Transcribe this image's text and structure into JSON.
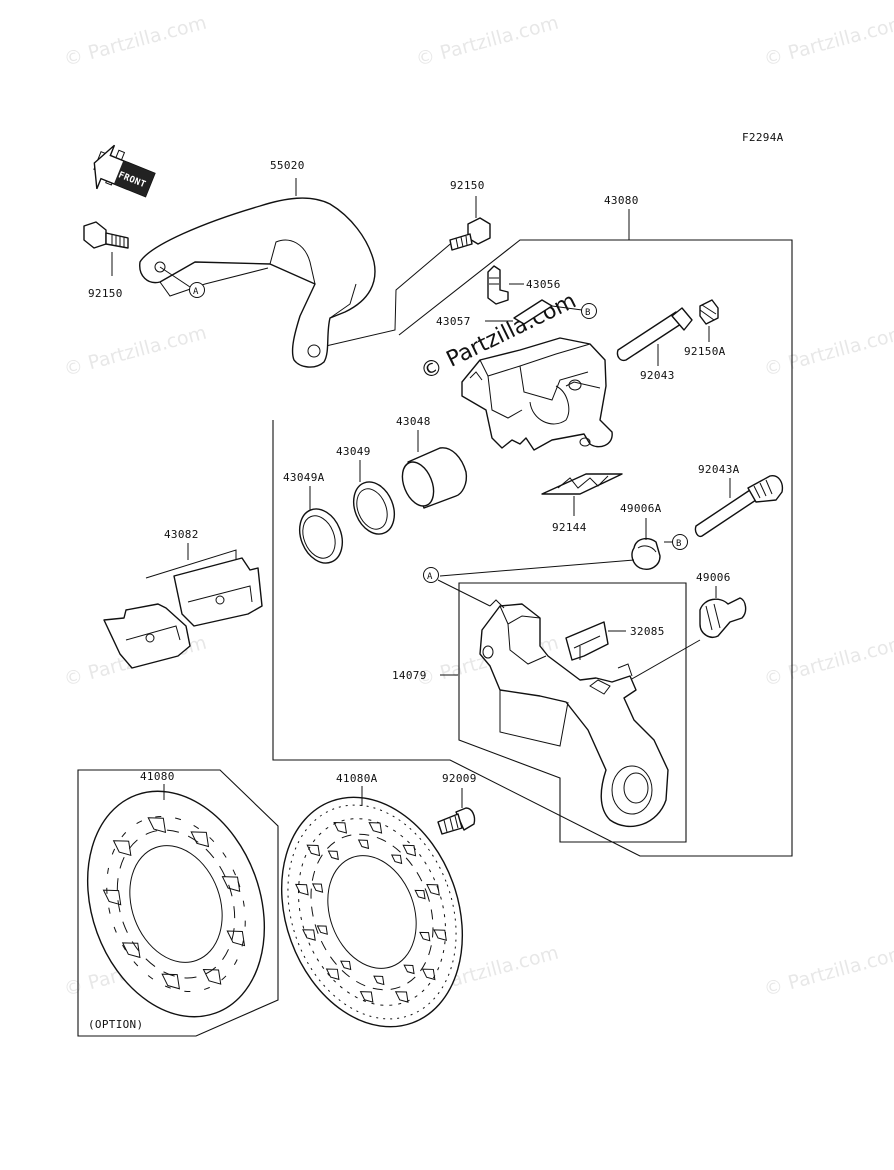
{
  "figure_code": "F2294A",
  "front_label": "FRONT",
  "watermark": "© Partzilla.com",
  "watermark_main": "© Partzilla.com",
  "option_label": "(OPTION)",
  "refs": {
    "a": "A",
    "b": "B"
  },
  "parts": {
    "p55020": "55020",
    "p92150_left": "92150",
    "p92150_top": "92150",
    "p43080": "43080",
    "p43056": "43056",
    "p43057": "43057",
    "p92150A": "92150A",
    "p92043": "92043",
    "p43048": "43048",
    "p43049": "43049",
    "p43049A": "43049A",
    "p92043A": "92043A",
    "p92144": "92144",
    "p49006A": "49006A",
    "p43082": "43082",
    "p49006": "49006",
    "p32085": "32085",
    "p14079": "14079",
    "p41080": "41080",
    "p41080A": "41080A",
    "p92009": "92009"
  }
}
